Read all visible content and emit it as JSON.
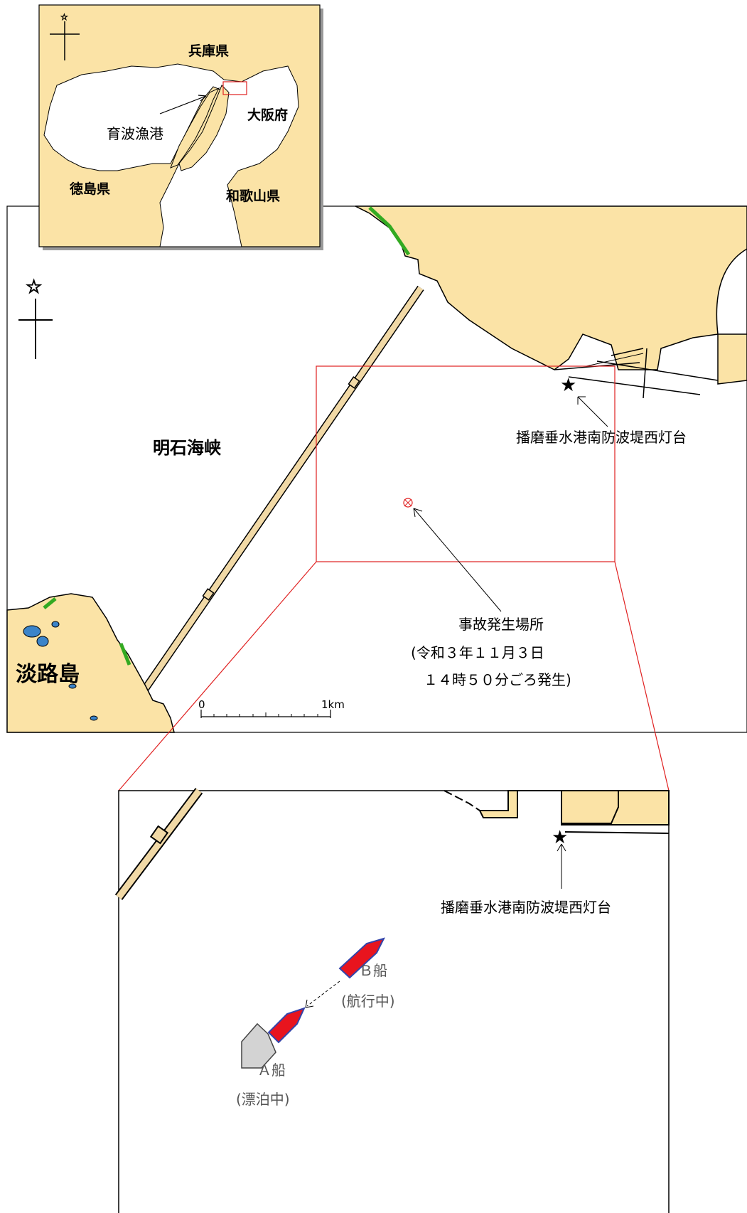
{
  "inset_map": {
    "labels": {
      "hyogo": "兵庫県",
      "osaka": "大阪府",
      "ikuha_port": "育波漁港",
      "tokushima": "徳島県",
      "wakayama": "和歌山県"
    }
  },
  "main_map": {
    "strait": "明石海峡",
    "island": "淡路島",
    "lighthouse": "播磨垂水港南防波堤西灯台",
    "accident": {
      "title": "事故発生場所",
      "line1": "(令和３年１１月３日",
      "line2": "１４時５０分ごろ発生)"
    },
    "scale": {
      "start": "0",
      "end": "1km"
    }
  },
  "detail_map": {
    "lighthouse": "播磨垂水港南防波堤西灯台",
    "ship_b": {
      "name": "Ｂ船",
      "status": "(航行中)"
    },
    "ship_a": {
      "name": "Ａ船",
      "status": "(漂泊中)"
    }
  },
  "colors": {
    "land": "#fbe3a6",
    "water": "#ffffff",
    "vegetation": "#33aa22",
    "pond": "#3b84c9",
    "bridge": "#f1d9a6",
    "highlight": "#e02020",
    "ship_underway": "#e8141e",
    "ship_drifting": "#d3d3d3"
  }
}
